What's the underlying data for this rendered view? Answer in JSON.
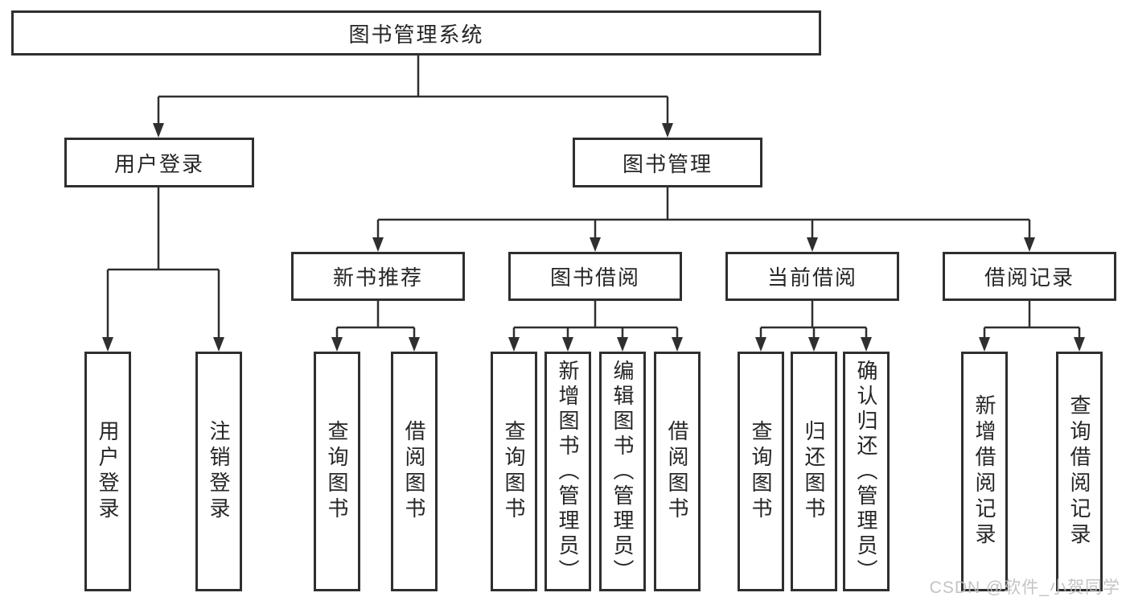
{
  "diagram": {
    "type": "functional-structure-tree",
    "watermark": "CSDN @软件_小贺同学",
    "colors": {
      "line": "#2f2f2f",
      "border": "#2f2f2f",
      "text": "#262626",
      "watermark": "#bdbdbd",
      "background": "#ffffff"
    },
    "nodes": {
      "root": {
        "label": "图书管理系统",
        "children": [
          "user_login",
          "book_mgmt"
        ]
      },
      "user_login": {
        "label": "用户登录",
        "children": [
          "user_login_v",
          "logout_v"
        ]
      },
      "book_mgmt": {
        "label": "图书管理",
        "children": [
          "new_book_rec",
          "book_borrow",
          "current_borrow",
          "borrow_records"
        ]
      },
      "new_book_rec": {
        "label": "新书推荐",
        "children": [
          "nbr_query",
          "nbr_borrow"
        ]
      },
      "book_borrow": {
        "label": "图书借阅",
        "children": [
          "bb_query",
          "bb_add",
          "bb_edit",
          "bb_borrow"
        ]
      },
      "current_borrow": {
        "label": "当前借阅",
        "children": [
          "cb_query",
          "cb_return",
          "cb_confirm"
        ]
      },
      "borrow_records": {
        "label": "借阅记录",
        "children": [
          "br_add",
          "br_query"
        ]
      },
      "user_login_v": {
        "label": "用户登录",
        "children": []
      },
      "logout_v": {
        "label": "注销登录",
        "children": []
      },
      "nbr_query": {
        "label": "查询图书",
        "children": []
      },
      "nbr_borrow": {
        "label": "借阅图书",
        "children": []
      },
      "bb_query": {
        "label": "查询图书",
        "children": []
      },
      "bb_add": {
        "label": "新增图书（管理员）",
        "children": []
      },
      "bb_edit": {
        "label": "编辑图书（管理员）",
        "children": []
      },
      "bb_borrow": {
        "label": "借阅图书",
        "children": []
      },
      "cb_query": {
        "label": "查询图书",
        "children": []
      },
      "cb_return": {
        "label": "归还图书",
        "children": []
      },
      "cb_confirm": {
        "label": "确认归还（管理员）",
        "children": []
      },
      "br_add": {
        "label": "新增借阅记录",
        "children": []
      },
      "br_query": {
        "label": "查询借阅记录",
        "children": []
      }
    }
  }
}
